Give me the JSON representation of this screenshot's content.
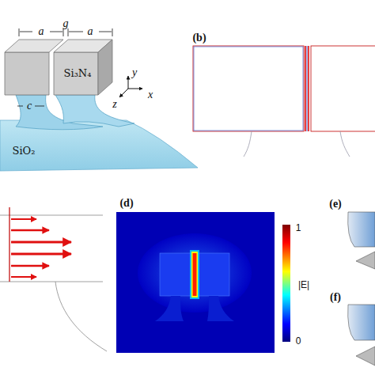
{
  "diagram": {
    "labels": [
      "a",
      "g",
      "a",
      "Si₃N₄",
      "c",
      "SiO₂",
      "y",
      "z",
      "x",
      "(b)",
      "(d)",
      "1",
      "|E|",
      "0",
      "(e)",
      "(f)"
    ]
  }
}
